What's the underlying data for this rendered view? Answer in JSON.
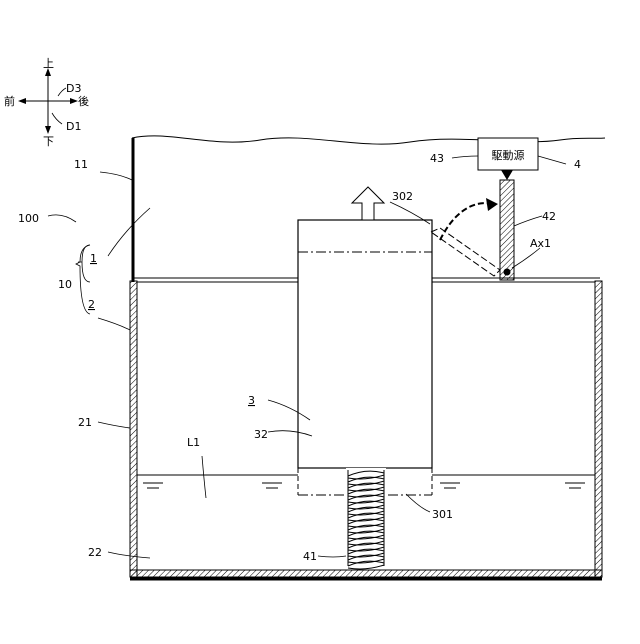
{
  "directions": {
    "up": "上",
    "down": "下",
    "front": "前",
    "back": "後",
    "d1": "D1",
    "d3": "D3"
  },
  "drive_source": "駆動源",
  "labels": {
    "l100": "100",
    "l10": "10",
    "l1": "1",
    "l2": "2",
    "l11": "11",
    "l21": "21",
    "l22": "22",
    "l3": "3",
    "l32": "32",
    "l302": "302",
    "l301": "301",
    "l41": "41",
    "l42": "42",
    "l43": "43",
    "l4": "4",
    "ax1": "Ax1",
    "lL1": "L1"
  },
  "colors": {
    "line": "#000000",
    "hatch": "#000000",
    "background": "#ffffff"
  }
}
